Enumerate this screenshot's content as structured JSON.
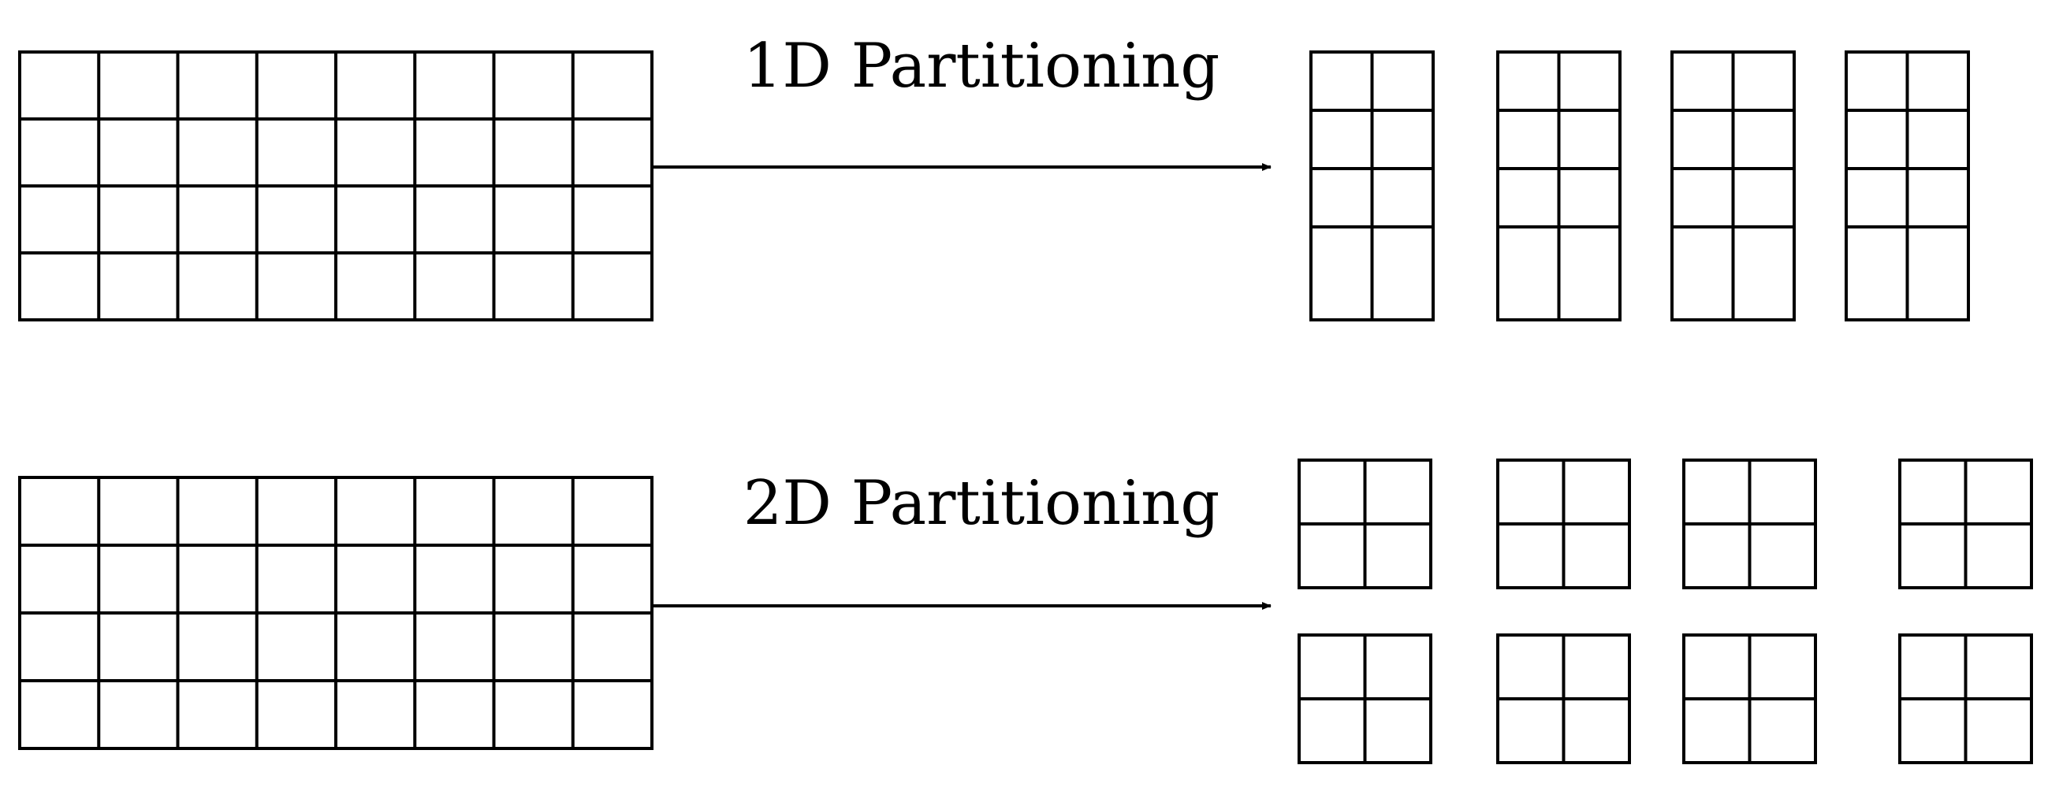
{
  "diagram": {
    "line_color": "#000000",
    "background": "#ffffff",
    "rows": [
      {
        "id": "1d",
        "label": "1D Partitioning",
        "source_grid": {
          "rows": 4,
          "cols": 8
        },
        "partition_layout": {
          "rows": 1,
          "cols": 4
        },
        "partition_grid": {
          "rows": 4,
          "cols": 2
        }
      },
      {
        "id": "2d",
        "label": "2D Partitioning",
        "source_grid": {
          "rows": 4,
          "cols": 8
        },
        "partition_layout": {
          "rows": 2,
          "cols": 4
        },
        "partition_grid": {
          "rows": 2,
          "cols": 2
        }
      }
    ]
  }
}
